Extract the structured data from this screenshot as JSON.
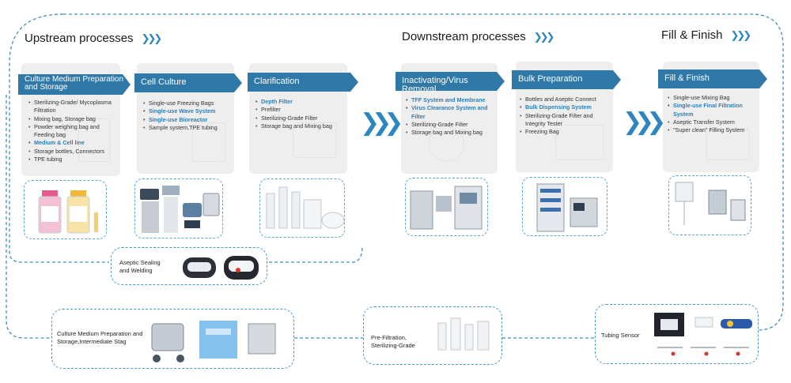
{
  "headers": {
    "upstream": "Upstream processes",
    "downstream": "Downstream processes",
    "fill_finish": "Fill & Finish",
    "arrow_icon": "triple-chevron-icon"
  },
  "stages": [
    {
      "title": "Culture Medium Preparation and Storage",
      "items": [
        {
          "text": "Sterilizing-Grade/ Mycoplasma Filtration",
          "highlight": false
        },
        {
          "text": "Mixing bag, Storage bag",
          "highlight": false
        },
        {
          "text": "Powder weighing bag and Feeding bag",
          "highlight": false
        },
        {
          "text": "Medium & Cell line",
          "highlight": true
        },
        {
          "text": "Storage bottles, Connectors",
          "highlight": false
        },
        {
          "text": "TPE tubing",
          "highlight": false
        }
      ]
    },
    {
      "title": "Cell Culture",
      "items": [
        {
          "text": "Single-use Freezing Bags",
          "highlight": false
        },
        {
          "text": "Single-use Wave System",
          "highlight": true
        },
        {
          "text": "Single-use Bioreactor",
          "highlight": true
        },
        {
          "text": "Sample system,TPE tubing",
          "highlight": false
        }
      ]
    },
    {
      "title": "Clarification",
      "items": [
        {
          "text": "Depth Filter",
          "highlight": true
        },
        {
          "text": "Prefilter",
          "highlight": false
        },
        {
          "text": "Sterilizing-Grade Filter",
          "highlight": false
        },
        {
          "text": "Storage bag and Mixing bag",
          "highlight": false
        }
      ]
    },
    {
      "title": "Inactivating/Virus Removal",
      "items": [
        {
          "text": "TFF System and Membrane",
          "highlight": true
        },
        {
          "text": "Virus Clearance System and Filter",
          "highlight": true
        },
        {
          "text": "Sterilizing-Grade Filter",
          "highlight": false
        },
        {
          "text": "Storage bag and Mixing bag",
          "highlight": false
        }
      ]
    },
    {
      "title": "Bulk Preparation",
      "items": [
        {
          "text": "Bottles and Aseptic Connect",
          "highlight": false
        },
        {
          "text": "Bulk Dispensing System",
          "highlight": true
        },
        {
          "text": "Sterilizing-Grade Filter and Integrity Tester",
          "highlight": false
        },
        {
          "text": "Freezing Bag",
          "highlight": false
        }
      ]
    },
    {
      "title": "Fill & Finish",
      "items": [
        {
          "text": "Single-use Mixing Bag",
          "highlight": false
        },
        {
          "text": "Single-use Final Filtration System",
          "highlight": true
        },
        {
          "text": "Aseptic Transfer System",
          "highlight": false
        },
        {
          "text": "\"Super clean\" Filling System",
          "highlight": false
        }
      ]
    }
  ],
  "boxes": {
    "aseptic": "Aseptic Sealing and Welding",
    "culture": "Culture Medium Preparation and Storage,Intermediate Stag",
    "prefiltration": "Pre-Filtration, Sterilizing-Grade",
    "tubing": "Tubing Sensor"
  },
  "colors": {
    "tab": "#2f78a8",
    "highlight": "#2e7fb6",
    "dashed": "#4a98cc",
    "card": "#eeeeee"
  }
}
